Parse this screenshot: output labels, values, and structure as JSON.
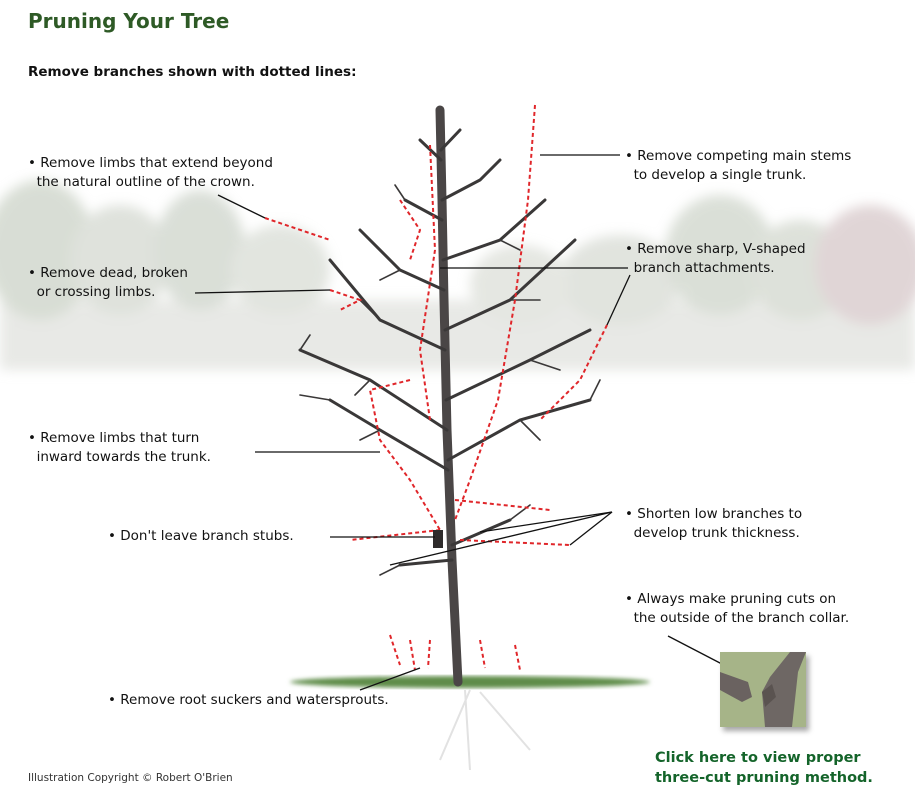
{
  "title": "Pruning Your Tree",
  "subtitle": "Remove branches shown with dotted lines:",
  "notes": {
    "extend_beyond": "• Remove limbs that extend beyond\n  the natural outline of the crown.",
    "dead_broken": "• Remove dead, broken\n  or crossing limbs.",
    "turn_inward": "• Remove limbs that turn\n  inward towards the trunk.",
    "stubs": "• Don't leave branch stubs.",
    "root_suckers": "• Remove root suckers and watersprouts.",
    "competing_stems": "• Remove competing main stems\n  to develop a single trunk.",
    "v_shaped": "• Remove sharp, V-shaped\n  branch attachments.",
    "shorten_low": "• Shorten low branches to\n  develop trunk thickness.",
    "branch_collar": "• Always make pruning cuts on\n  the outside of the branch collar."
  },
  "link": {
    "line1": "Click here to view proper",
    "line2": "three-cut pruning method."
  },
  "copyright": "Illustration Copyright © Robert O'Brien",
  "colors": {
    "title": "#2e5a26",
    "link": "#14642a",
    "prune_line": "#e0262a",
    "branch": "#3a3838"
  }
}
